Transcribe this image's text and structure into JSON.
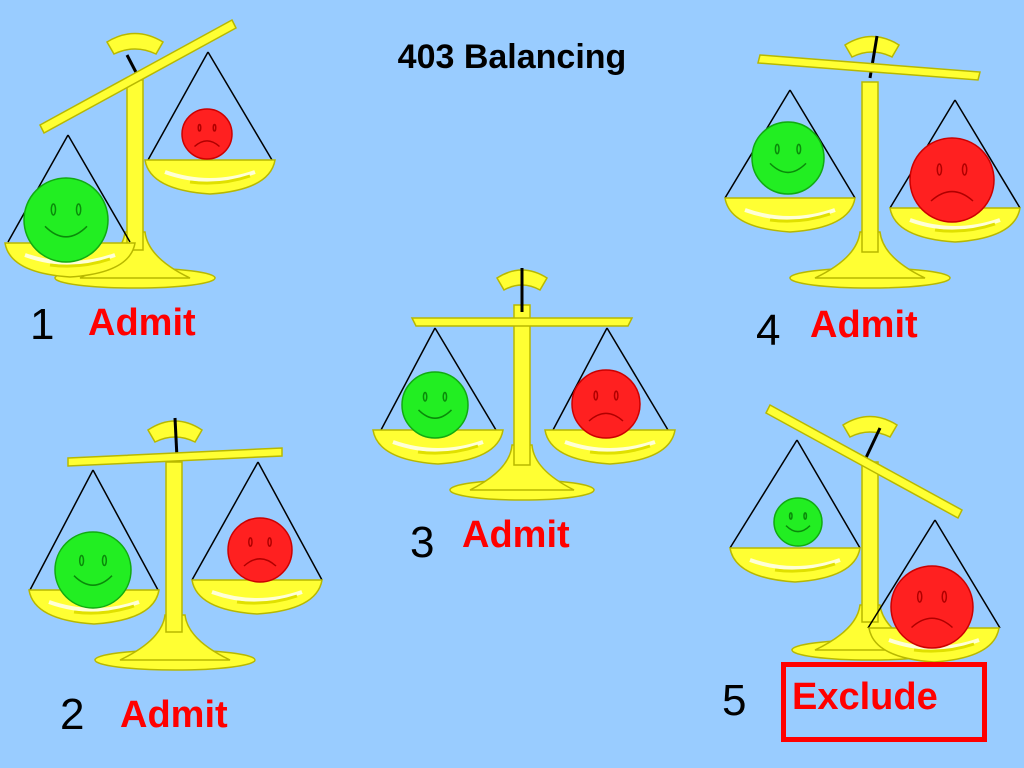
{
  "title": "403 Balancing",
  "scales": [
    {
      "number": "1",
      "verdict": "Admit"
    },
    {
      "number": "2",
      "verdict": "Admit"
    },
    {
      "number": "3",
      "verdict": "Admit"
    },
    {
      "number": "4",
      "verdict": "Admit"
    },
    {
      "number": "5",
      "verdict": "Exclude"
    }
  ],
  "colors": {
    "background": "#99ccff",
    "scale": "#ffff33",
    "scale_outline": "#b8b800",
    "happy_face": "#22ee22",
    "sad_face": "#ff2020",
    "verdict_text": "#ff0000",
    "highlight_box": "#ff0000"
  },
  "icons": {
    "scale": "balance-scale-icon",
    "happy": "smiley-face-icon",
    "sad": "frowny-face-icon"
  }
}
